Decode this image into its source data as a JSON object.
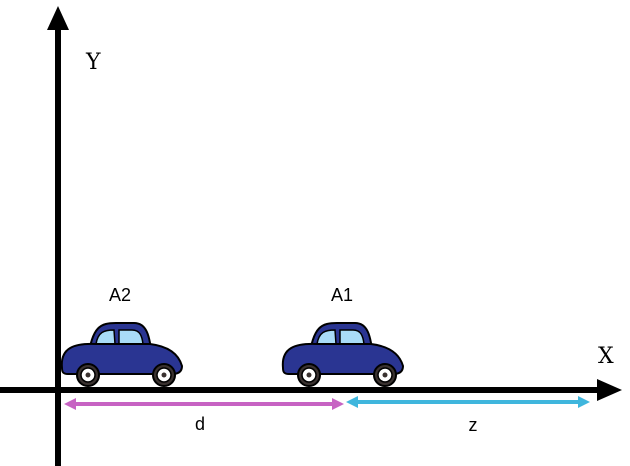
{
  "axes": {
    "x_label": "X",
    "y_label": "Y",
    "color": "#000000"
  },
  "cars": [
    {
      "label": "A2",
      "body_color": "#2a3592",
      "window_color": "#a9dcf7"
    },
    {
      "label": "A1",
      "body_color": "#2a3592",
      "window_color": "#a9dcf7"
    }
  ],
  "dimensions": {
    "d": {
      "label": "d",
      "color": "#c763c3"
    },
    "z": {
      "label": "z",
      "color": "#3fb6dd"
    }
  }
}
